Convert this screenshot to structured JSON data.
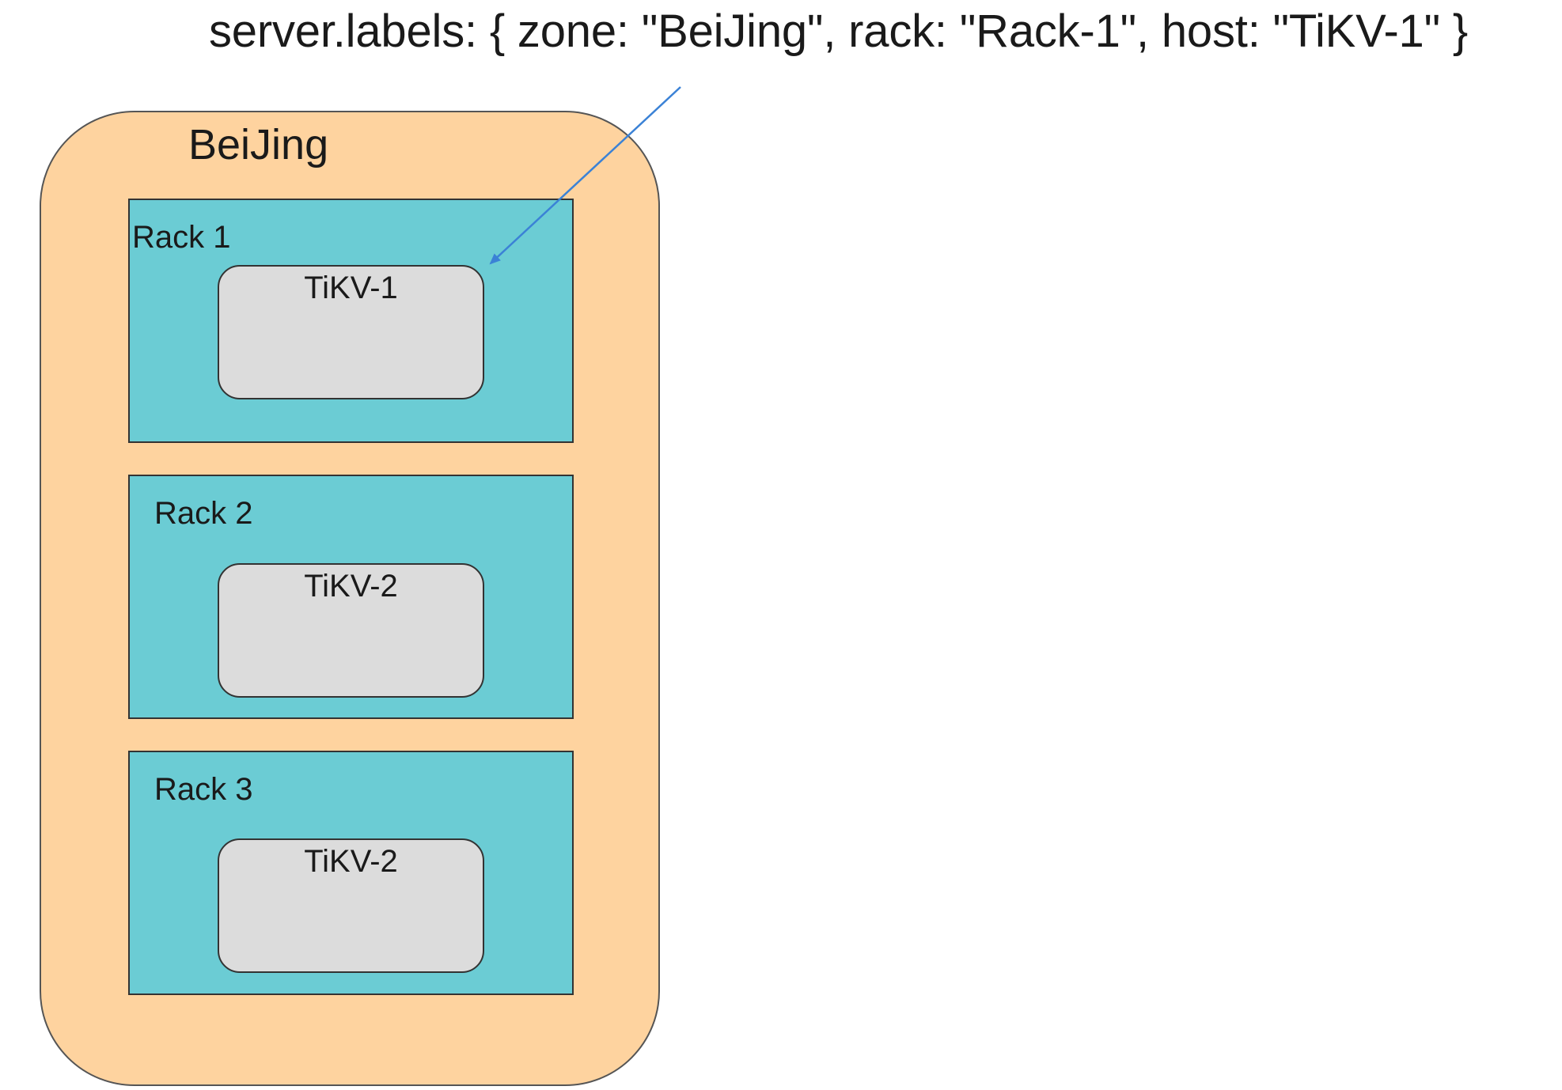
{
  "caption": "server.labels: { zone: \"BeiJing\", rack: \"Rack-1\", host: \"TiKV-1\" }",
  "zone": {
    "title": "BeiJing",
    "color": "#fed39f"
  },
  "racks": [
    {
      "title": "Rack 1",
      "host": "TiKV-1"
    },
    {
      "title": "Rack 2",
      "host": "TiKV-2"
    },
    {
      "title": "Rack 3",
      "host": "TiKV-2"
    }
  ],
  "colors": {
    "rack": "#6bccd4",
    "host": "#dcdcdc",
    "arrow": "#3b82d6"
  },
  "arrow_icon": "arrow-pointer-icon"
}
